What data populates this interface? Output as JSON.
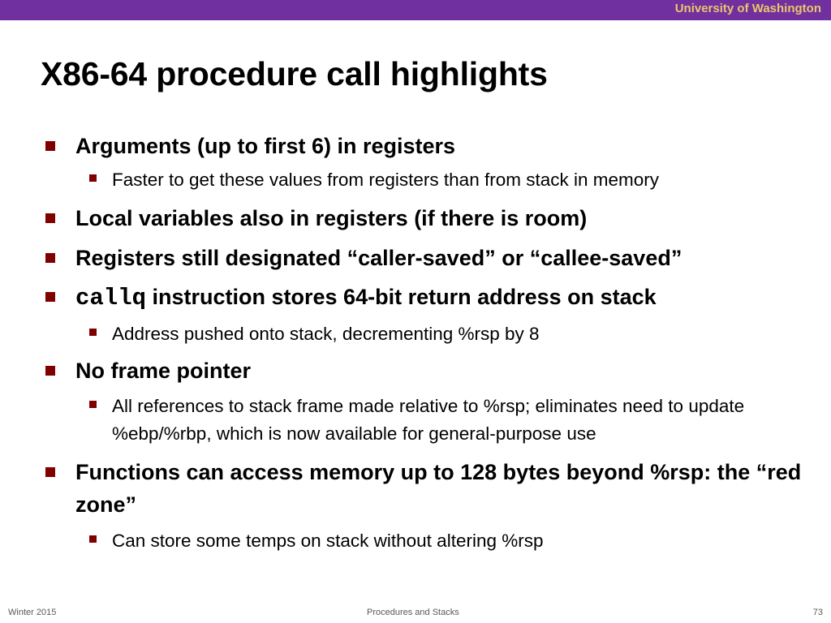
{
  "header": {
    "university": "University of Washington"
  },
  "slide": {
    "title": "X86-64 procedure call highlights",
    "bullets": [
      {
        "text": "Arguments (up to first 6) in registers",
        "sub": [
          "Faster to get these values from registers than from stack in memory"
        ]
      },
      {
        "text": "Local variables also in registers (if there is room)"
      },
      {
        "text": "Registers still designated “caller-saved” or “callee-saved”"
      },
      {
        "code": "callq",
        "text": " instruction stores 64-bit return address on stack",
        "sub": [
          "Address pushed onto stack, decrementing %rsp by 8"
        ]
      },
      {
        "text": "No frame pointer",
        "sub": [
          "All references to stack frame made relative to %rsp; eliminates need to update %ebp/%rbp, which is now available for general-purpose use"
        ]
      },
      {
        "text": "Functions can access memory up to 128 bytes beyond %rsp: the “red zone”",
        "sub": [
          "Can store some temps on stack without altering %rsp"
        ]
      }
    ]
  },
  "footer": {
    "left": "Winter 2015",
    "center": "Procedures and Stacks",
    "page": "73"
  },
  "colors": {
    "header_bar": "#7030a0",
    "header_text": "#e8c66a",
    "bullet": "#800000"
  }
}
